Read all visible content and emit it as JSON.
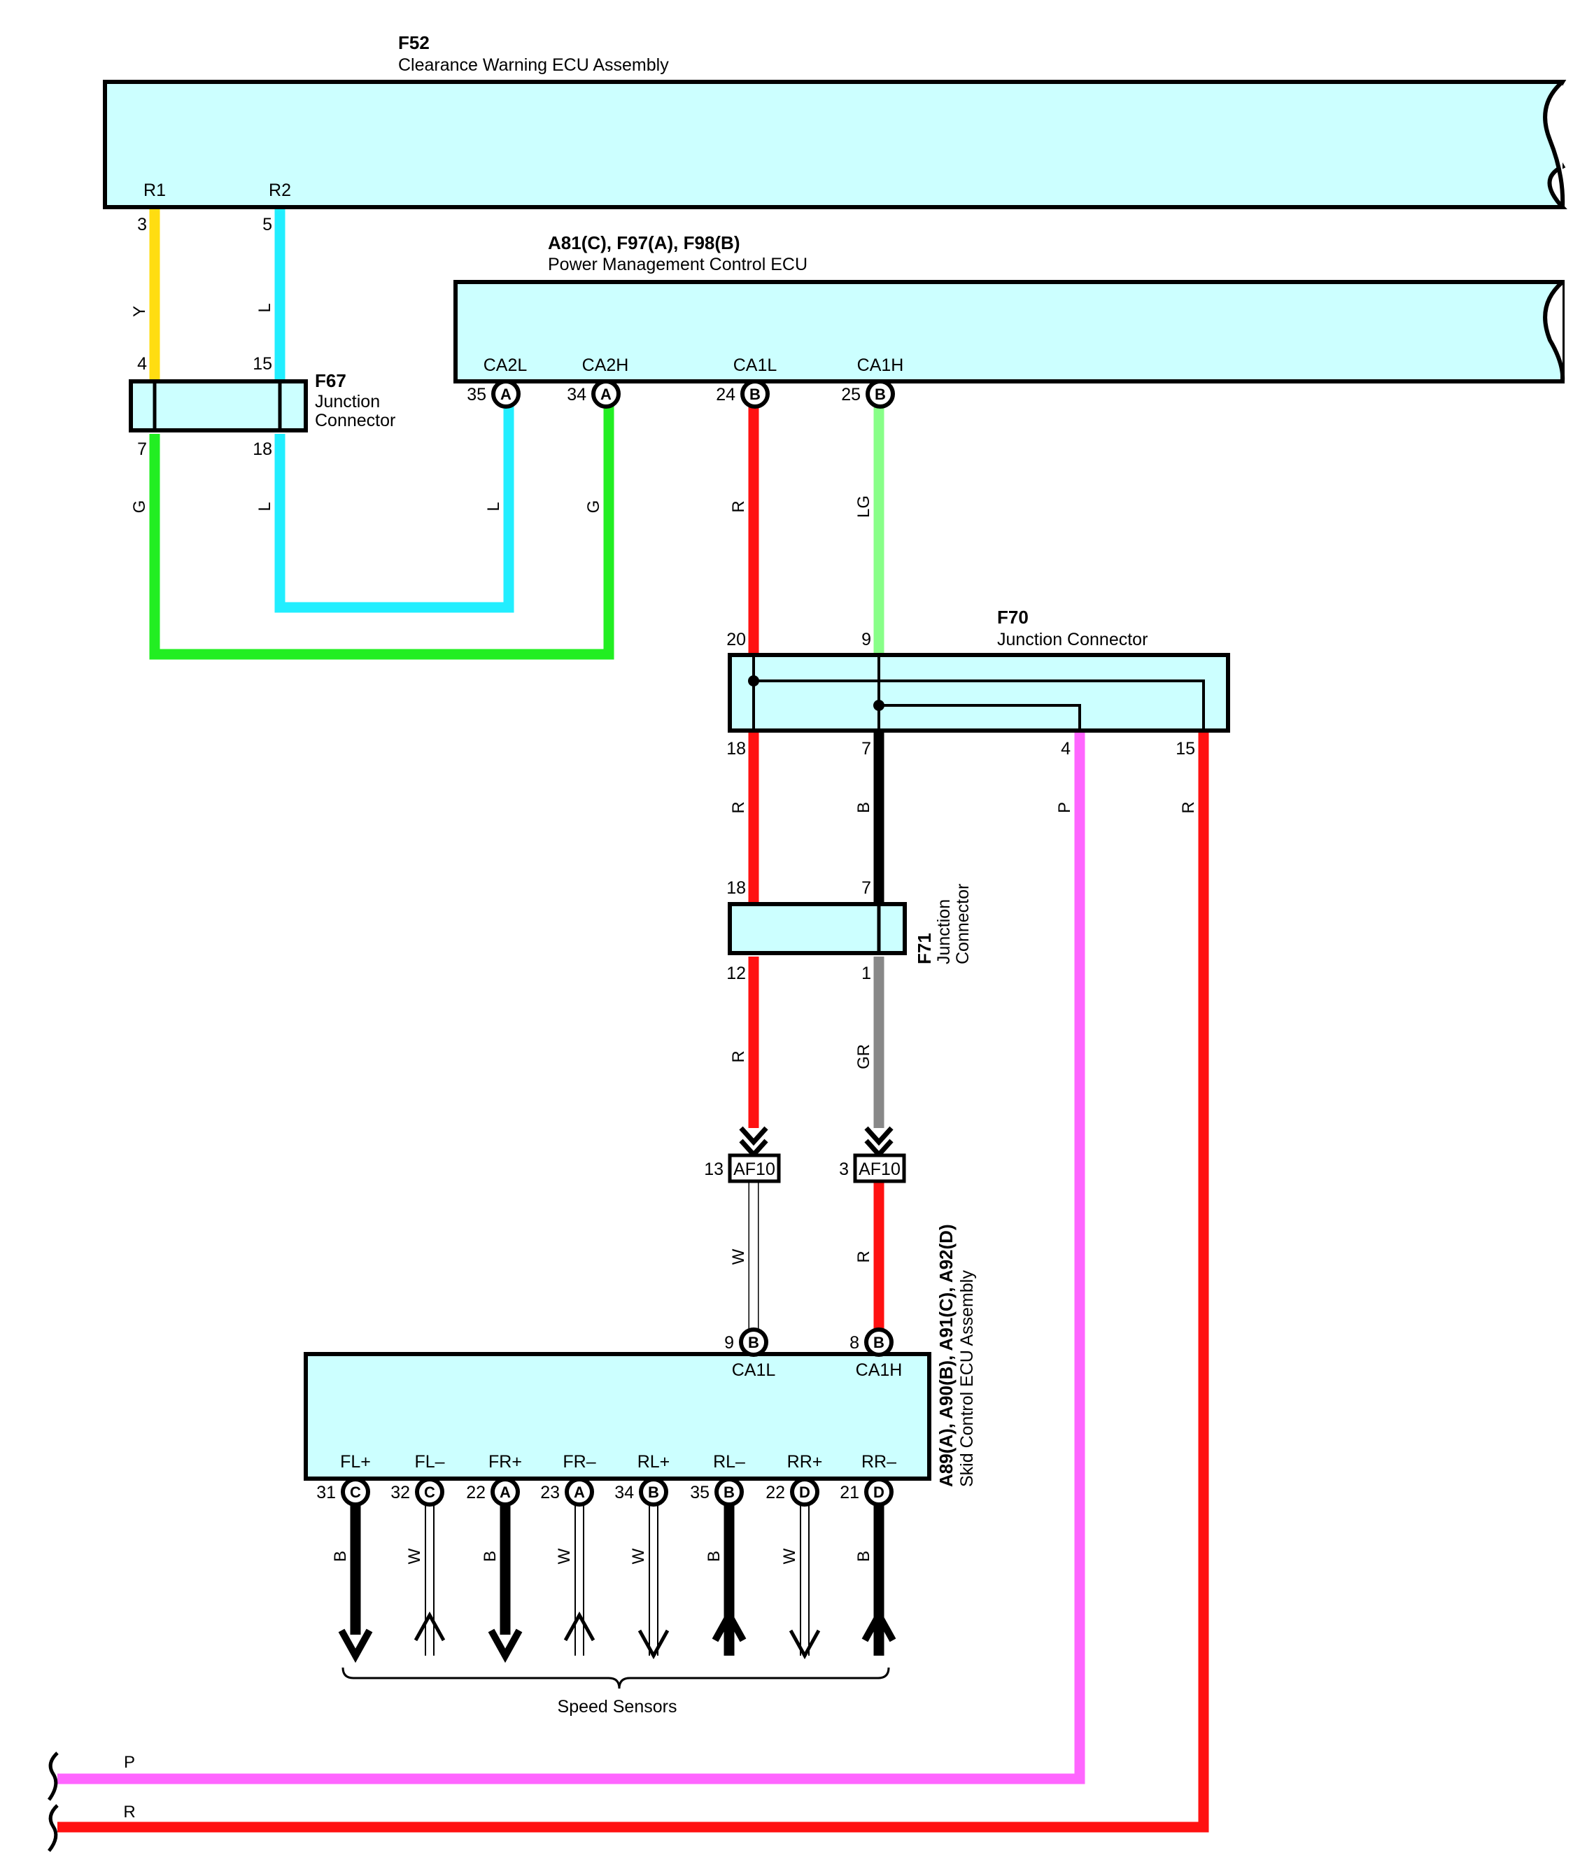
{
  "colors": {
    "Y": "#ffdd11",
    "L": "#22eeff",
    "G": "#22ee22",
    "R": "#ff1111",
    "LG": "#88ff88",
    "B": "#000000",
    "GR": "#888888",
    "W": "#ffffff",
    "P": "#ff66ff",
    "box_fill": "#ccffff"
  },
  "f52": {
    "id": "F52",
    "name": "Clearance Warning ECU Assembly",
    "terms": {
      "r1": "R1",
      "r2": "R2"
    },
    "pins": {
      "r1": "3",
      "r2": "5"
    }
  },
  "pm_ecu": {
    "id": "A81(C), F97(A), F98(B)",
    "name": "Power Management Control ECU",
    "terms": {
      "ca2l": "CA2L",
      "ca2h": "CA2H",
      "ca1l": "CA1L",
      "ca1h": "CA1H"
    },
    "pins": {
      "ca2l": "35",
      "ca2h": "34",
      "ca1l": "24",
      "ca1h": "25"
    },
    "conns": {
      "ca2l": "A",
      "ca2h": "A",
      "ca1l": "B",
      "ca1h": "B"
    }
  },
  "f67": {
    "id": "F67",
    "name_line1": "Junction",
    "name_line2": "Connector",
    "pins": {
      "top_left": "4",
      "top_right": "15",
      "bottom_left": "7",
      "bottom_right": "18"
    }
  },
  "f70": {
    "id": "F70",
    "name": "Junction Connector",
    "pins": {
      "in_r": "20",
      "in_lg": "9",
      "out_r": "18",
      "out_b": "7",
      "out_p": "4",
      "out_r2": "15"
    }
  },
  "f71": {
    "id": "F71",
    "name_line1": "Junction",
    "name_line2": "Connector",
    "pins": {
      "top_r": "18",
      "top_b": "7",
      "bottom_r": "12",
      "bottom_gr": "1"
    }
  },
  "af10": {
    "left_label": "AF10",
    "left_pin": "13",
    "right_label": "AF10",
    "right_pin": "3"
  },
  "skid": {
    "id": "A89(A), A90(B), A91(C), A92(D)",
    "name": "Skid Control ECU Assembly",
    "top_terms": {
      "ca1l": "CA1L",
      "ca1h": "CA1H"
    },
    "top_pins": {
      "ca1l": "9",
      "ca1h": "8"
    },
    "top_conns": {
      "ca1l": "B",
      "ca1h": "B"
    },
    "bottom": [
      {
        "term": "FL+",
        "pin": "31",
        "conn": "C",
        "wire": "B",
        "dir": "down"
      },
      {
        "term": "FL–",
        "pin": "32",
        "conn": "C",
        "wire": "W",
        "dir": "up"
      },
      {
        "term": "FR+",
        "pin": "22",
        "conn": "A",
        "wire": "B",
        "dir": "down"
      },
      {
        "term": "FR–",
        "pin": "23",
        "conn": "A",
        "wire": "W",
        "dir": "up"
      },
      {
        "term": "RL+",
        "pin": "34",
        "conn": "B",
        "wire": "W",
        "dir": "down"
      },
      {
        "term": "RL–",
        "pin": "35",
        "conn": "B",
        "wire": "B",
        "dir": "up"
      },
      {
        "term": "RR+",
        "pin": "22",
        "conn": "D",
        "wire": "W",
        "dir": "down"
      },
      {
        "term": "RR–",
        "pin": "21",
        "conn": "D",
        "wire": "B",
        "dir": "up"
      }
    ]
  },
  "speed_sensors": "Speed Sensors",
  "wire_codes": {
    "y_r1": "Y",
    "l_r2": "L",
    "g_f67": "G",
    "l_f67": "L",
    "l_ca2l": "L",
    "g_ca2h": "G",
    "r_ca1l": "R",
    "lg_ca1h": "LG",
    "r_f70": "R",
    "b_f70": "B",
    "p_f70": "P",
    "r2_f70": "R",
    "r_f71": "R",
    "gr_f71": "GR",
    "w_af10": "W",
    "r_af10": "R",
    "bus_p": "P",
    "bus_r": "R"
  }
}
